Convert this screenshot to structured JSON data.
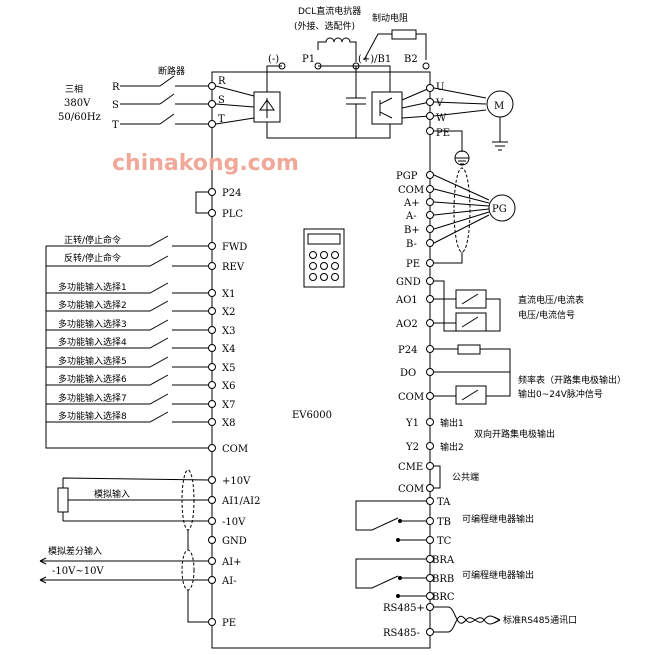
{
  "top": {
    "dcl_line1": "DCL直流电抗器",
    "dcl_line2": "(外接、选配件)",
    "brake_resistor": "制动电阻",
    "neg": "(-)",
    "p1": "P1",
    "plus_b1": "(+)/B1",
    "b2": "B2"
  },
  "power_in": {
    "breaker": "断路器",
    "phase_l1": "三相",
    "phase_l2": "380V",
    "phase_l3": "50/60Hz",
    "lines": [
      "R",
      "S",
      "T"
    ],
    "inner": [
      "R",
      "S",
      "T"
    ]
  },
  "motor": {
    "outputs": [
      "U",
      "V",
      "W"
    ],
    "pe": "PE",
    "m": "M"
  },
  "watermark": "chinakong.com",
  "left_terms": {
    "p24": "P24",
    "plc": "PLC",
    "fwd": "FWD",
    "rev": "REV",
    "fwd_cmd": "正转/停止命令",
    "rev_cmd": "反转/停止命令",
    "x_terms": [
      "X1",
      "X2",
      "X3",
      "X4",
      "X5",
      "X6",
      "X7",
      "X8"
    ],
    "x_labels": [
      "多功能输入选择1",
      "多功能输入选择2",
      "多功能输入选择3",
      "多功能输入选择4",
      "多功能输入选择5",
      "多功能输入选择6",
      "多功能输入选择7",
      "多功能输入选择8"
    ],
    "com": "COM",
    "v10p": "+10V",
    "ai1": "AI1/AI2",
    "v10n": "-10V",
    "gnd": "GND",
    "aip": "AI+",
    "ain": "AI-",
    "pe": "PE",
    "analog_in": "模拟输入",
    "diff_in": "模拟差分输入",
    "diff_range": "-10V~10V"
  },
  "model": "EV6000",
  "right_terms": {
    "pg_terms": [
      "PGP",
      "COM",
      "A+",
      "A-",
      "B+",
      "B-",
      "PE"
    ],
    "pg": "PG",
    "gnd": "GND",
    "ao1": "AO1",
    "ao2": "AO2",
    "ao_l1": "直流电压/电流表",
    "ao_l2": "电压/电流信号",
    "p24": "P24",
    "do": "DO",
    "com": "COM",
    "do_l1": "频率表（开路集电极输出）",
    "do_l2": "输出0~24V脉冲信号",
    "y1": "Y1",
    "y2": "Y2",
    "y1_l": "输出1",
    "y2_l": "输出2",
    "y_common": "双向开路集电极输出",
    "cme": "CME",
    "com2": "COM",
    "common": "公共端",
    "ta": "TA",
    "tb": "TB",
    "tc": "TC",
    "relay1": "可编程继电器输出",
    "bra": "BRA",
    "brb": "BRB",
    "brc": "BRC",
    "relay2": "可编程继电器输出",
    "rs485p": "RS485+",
    "rs485n": "RS485-",
    "rs485_l": "标准RS485通讯口"
  }
}
